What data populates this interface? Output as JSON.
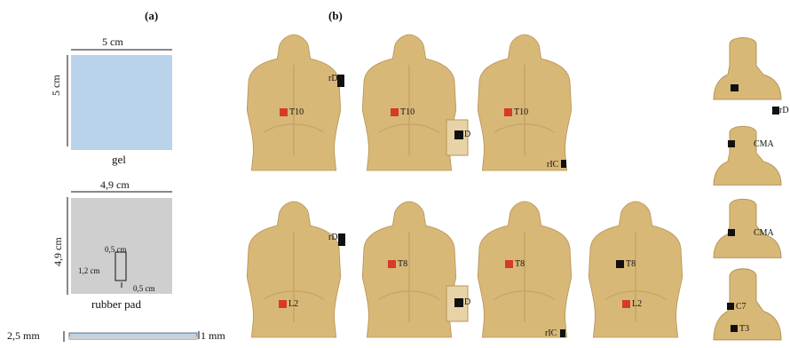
{
  "panels": {
    "a": "(a)",
    "b": "(b)"
  },
  "gel": {
    "width_label": "5 cm",
    "height_label": "5 cm",
    "caption": "gel",
    "fill": "#b9d3ea"
  },
  "rubber_pad": {
    "width_label": "4,9 cm",
    "height_label": "4,9 cm",
    "caption": "rubber pad",
    "fill": "#cfcfcf",
    "inner_height_label": "1,2 cm",
    "inner_width_label": "0,5 cm",
    "bottom_label": "0,5 cm"
  },
  "thickness": {
    "left_label": "2,5 mm",
    "right_label": "1 mm"
  },
  "torso_labels": {
    "top": [
      {
        "spine": "T10",
        "shoulder": "rD"
      },
      {
        "spine": "T10",
        "inset": "D"
      },
      {
        "spine": "T10",
        "hip": "rIC"
      }
    ],
    "bottom": [
      {
        "spine": "L2",
        "shoulder": "rD"
      },
      {
        "spine": "T8",
        "inset": "D"
      },
      {
        "spine": "T8",
        "hip": "rIC"
      },
      {
        "spine": "T8",
        "spine2": "L2"
      }
    ]
  },
  "neck_labels": [
    {
      "label": "rD"
    },
    {
      "label": "CMA"
    },
    {
      "label": "CMA"
    },
    {
      "label": "C7",
      "label2": "T3"
    }
  ],
  "colors": {
    "skin": "#d8b877",
    "skin_dark": "#b8955a",
    "electrode_red": "#d63a2a",
    "electrode_black": "#111111"
  }
}
